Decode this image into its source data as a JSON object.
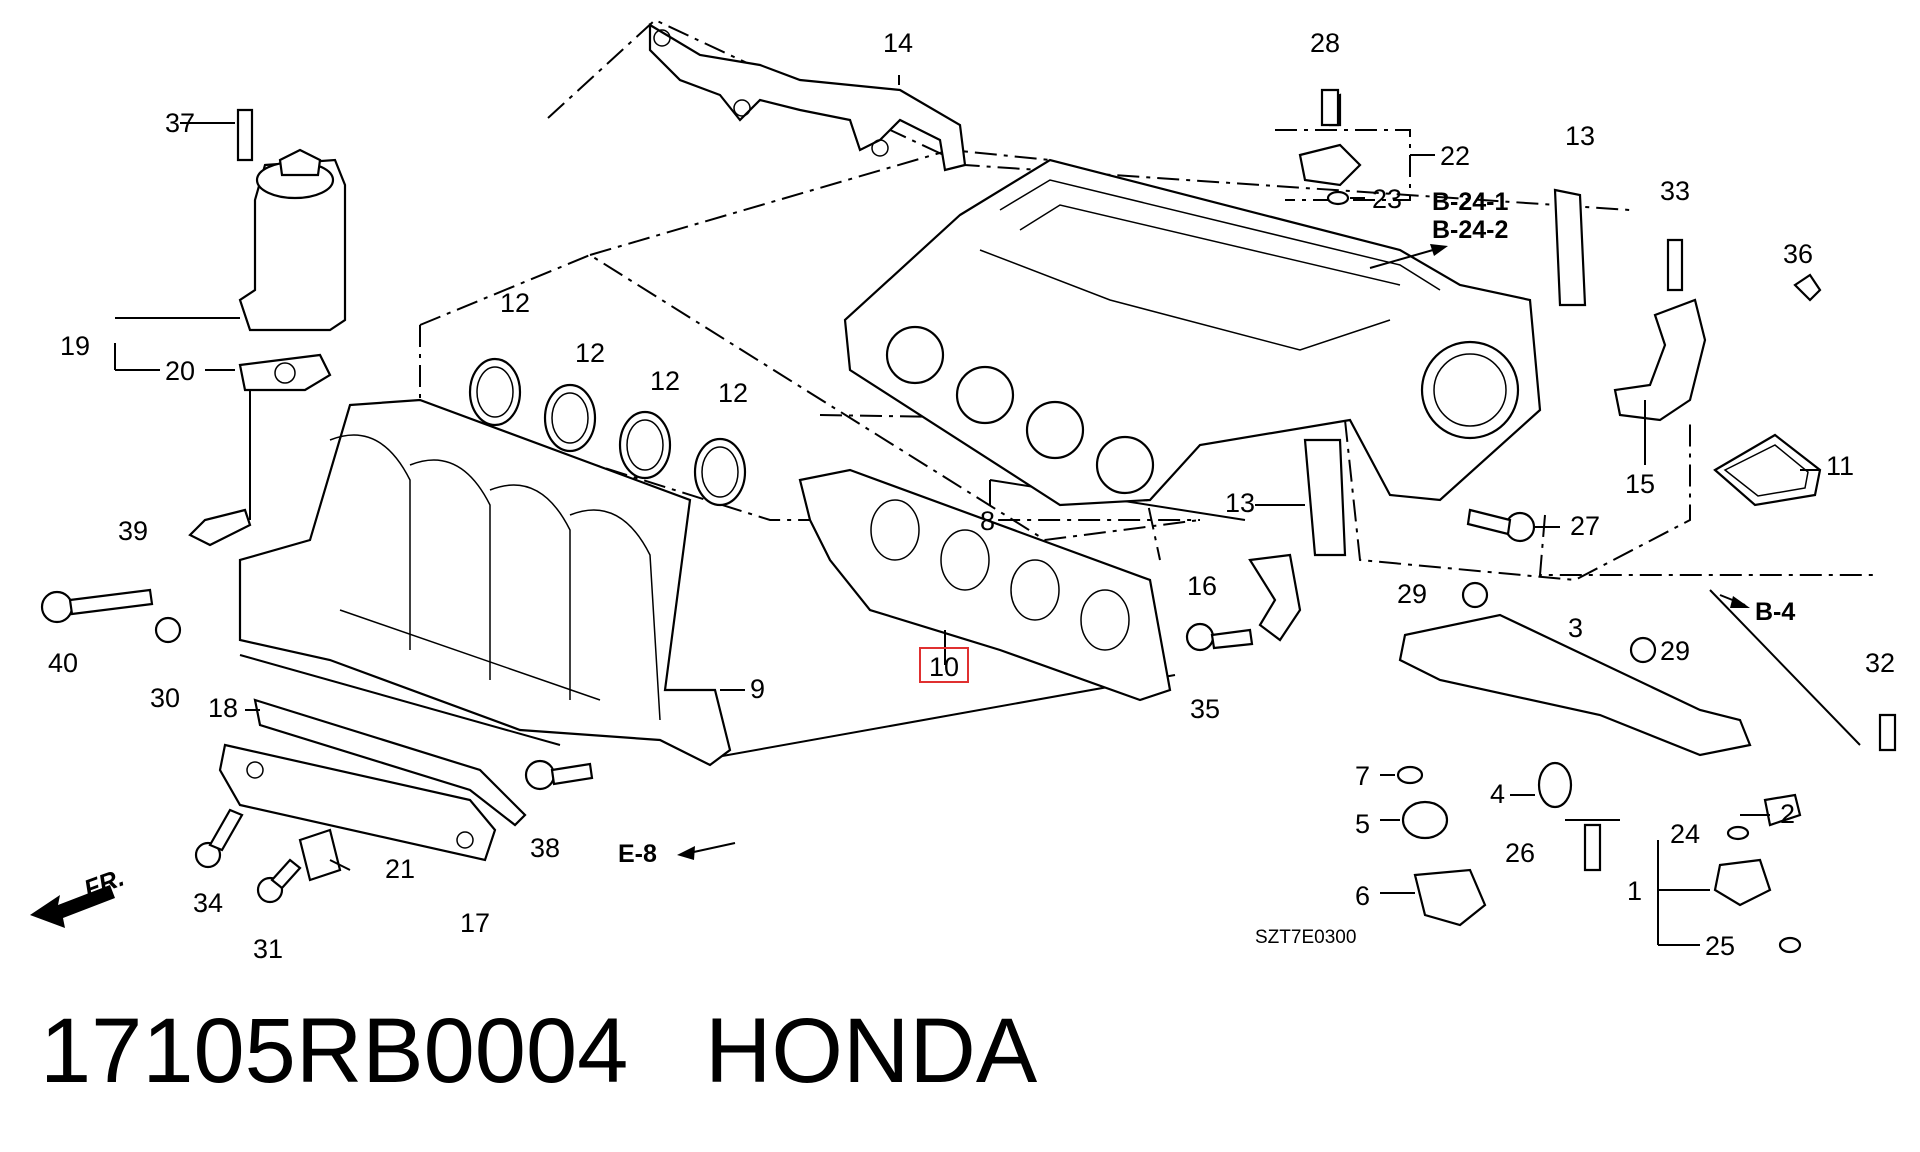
{
  "diagram": {
    "callouts": [
      "1",
      "2",
      "3",
      "4",
      "5",
      "6",
      "7",
      "8",
      "9",
      "10",
      "11",
      "12",
      "13",
      "14",
      "15",
      "16",
      "17",
      "18",
      "19",
      "20",
      "21",
      "22",
      "23",
      "24",
      "25",
      "26",
      "27",
      "28",
      "29",
      "30",
      "31",
      "32",
      "33",
      "34",
      "35",
      "36",
      "37",
      "38",
      "39",
      "40"
    ],
    "highlighted_callout": "10",
    "section_refs": [
      "B-24-1",
      "B-24-2",
      "B-4",
      "E-8"
    ],
    "front_indicator": "FR.",
    "figure_code": "SZT7E0300"
  },
  "footer": {
    "part_number": "17105RB0004",
    "brand": "HONDA"
  },
  "colors": {
    "line": "#000000",
    "highlight_box": "#e03030",
    "background": "#ffffff"
  }
}
